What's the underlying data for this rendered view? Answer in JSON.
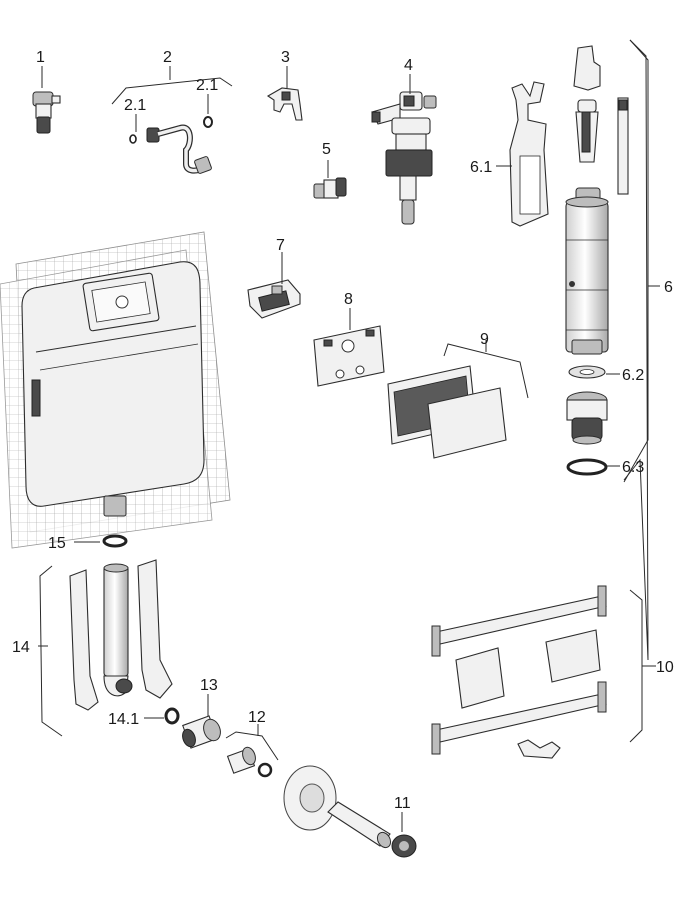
{
  "labels": {
    "p1": "1",
    "p2": "2",
    "p2_1a": "2.1",
    "p2_1b": "2.1",
    "p3": "3",
    "p4": "4",
    "p5": "5",
    "p6": "6",
    "p6_1": "6.1",
    "p6_2": "6.2",
    "p6_3": "6.3",
    "p7": "7",
    "p8": "8",
    "p9": "9",
    "p10": "10",
    "p11": "11",
    "p12": "12",
    "p13": "13",
    "p14": "14",
    "p14_1": "14.1",
    "p15": "15"
  }
}
